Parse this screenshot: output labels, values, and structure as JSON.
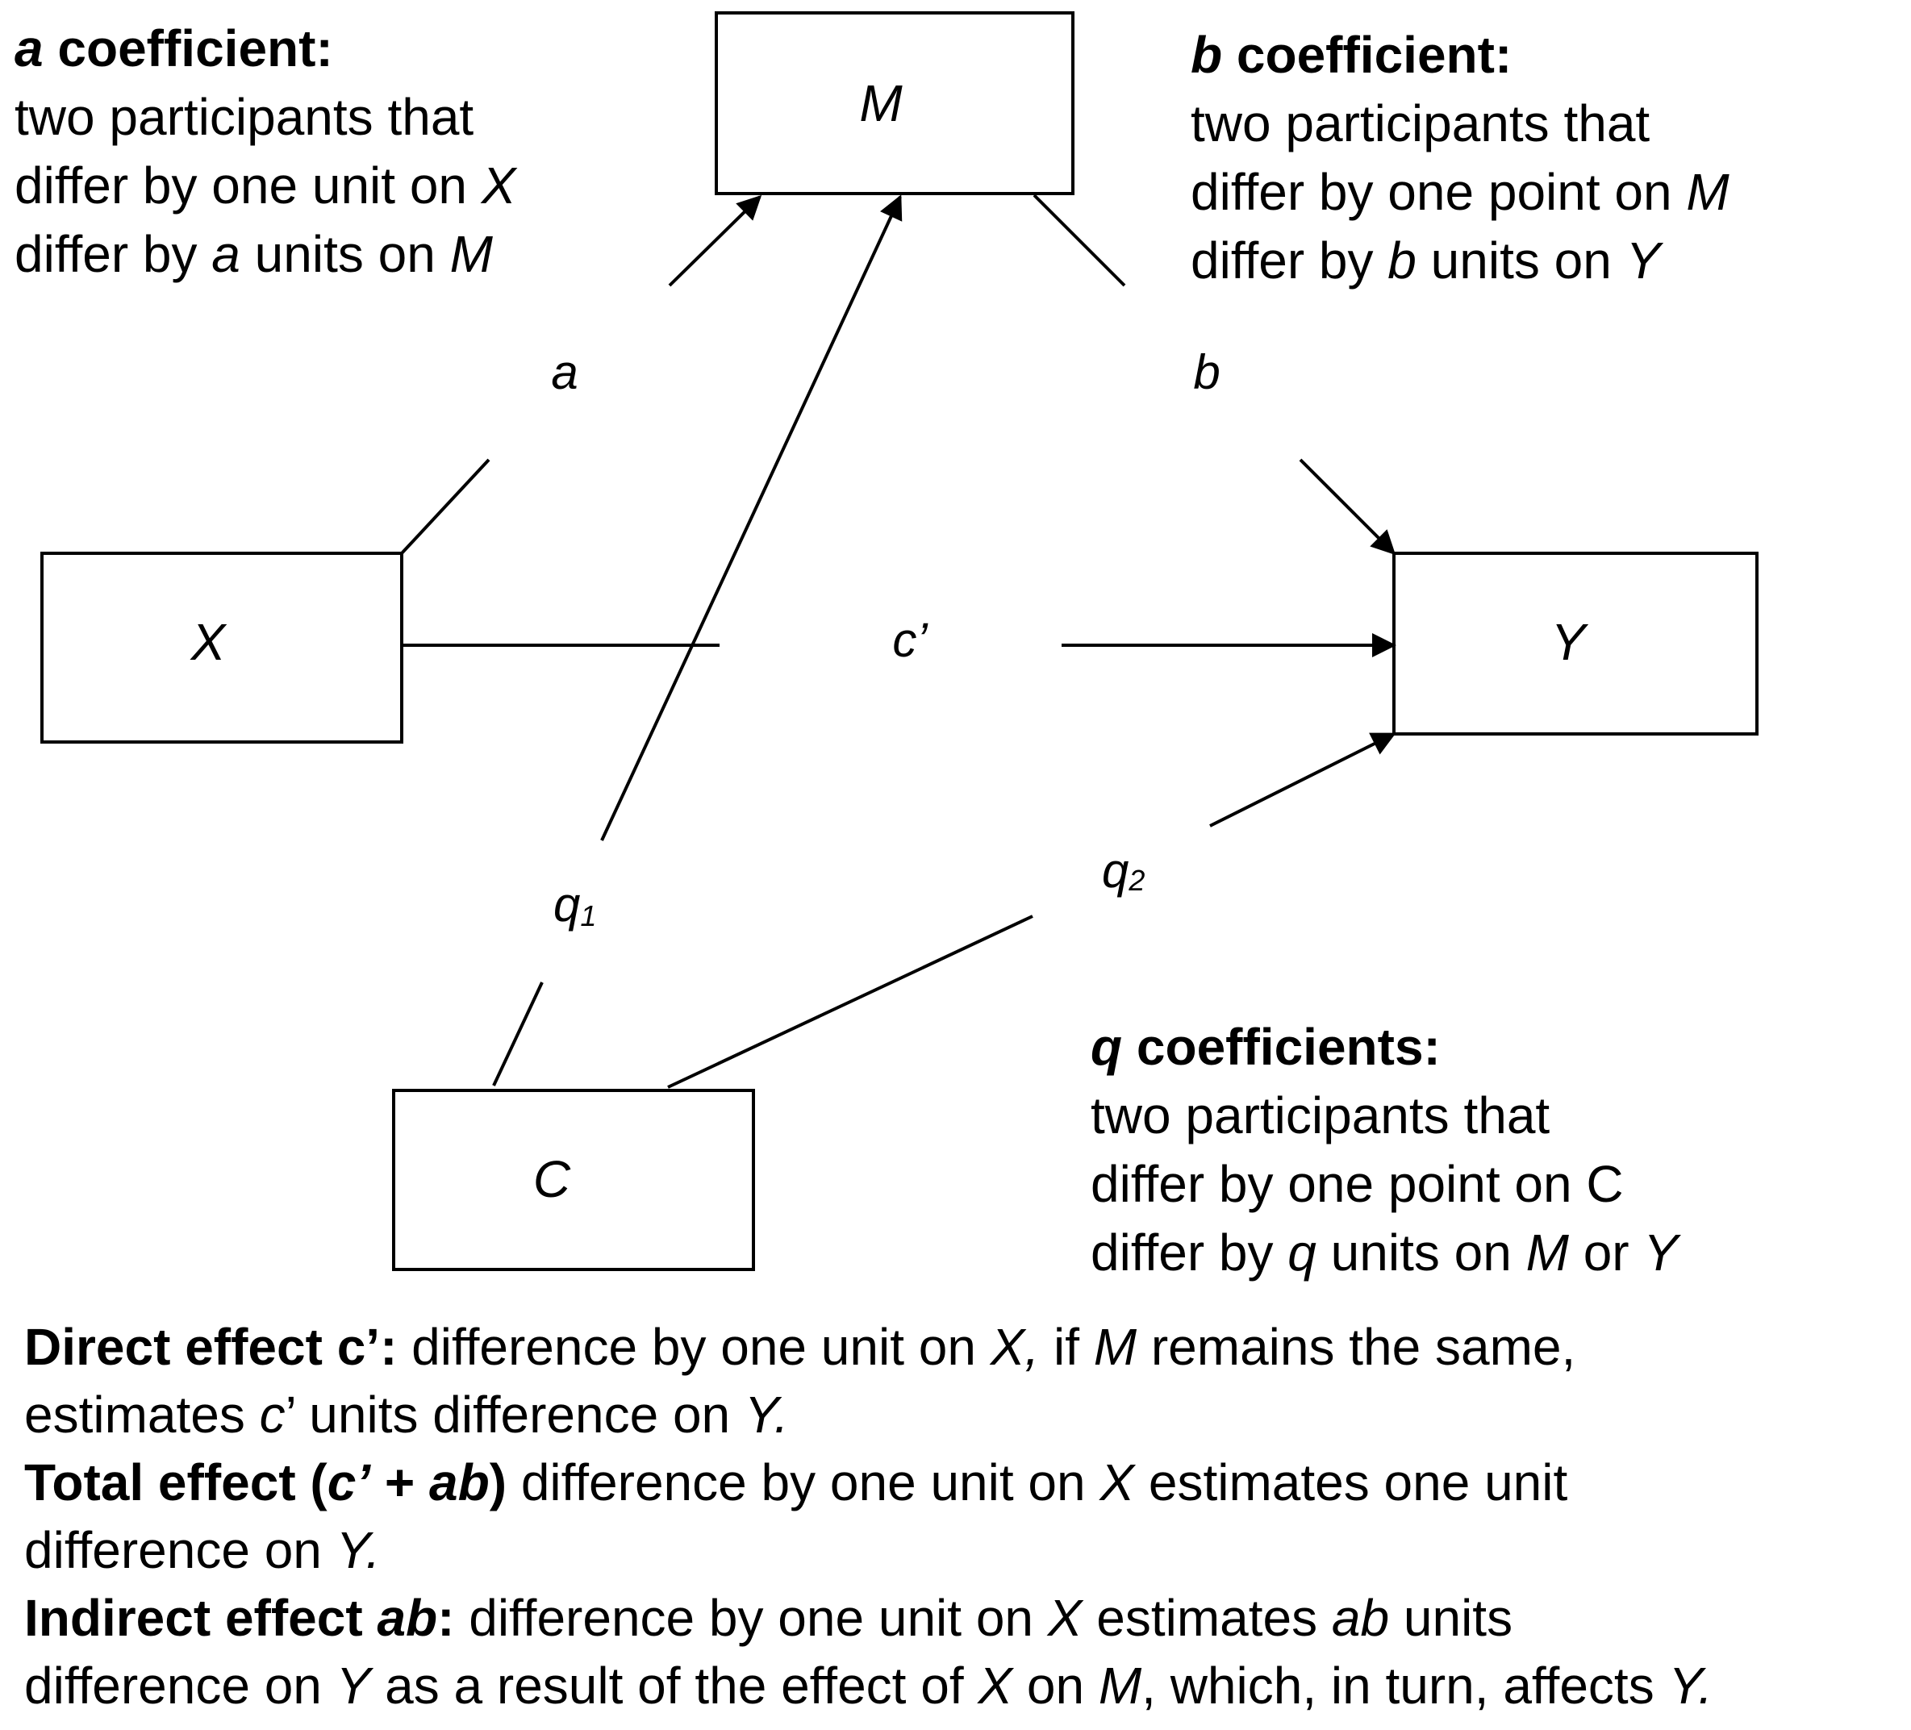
{
  "nodes": {
    "M": "M",
    "X": "X",
    "Y": "Y",
    "C": "C"
  },
  "paths": {
    "a": "a",
    "b": "b",
    "c_prime": "c’",
    "q1_main": "q",
    "q1_sub": "1",
    "q2_main": "q",
    "q2_sub": "2"
  },
  "notes": {
    "a": {
      "title_var": "a",
      "title_rest": " coefficient:",
      "line1": "two participants that",
      "line2_pre": "differ by one unit on ",
      "line2_var": "X",
      "line3_pre": "differ by ",
      "line3_var1": "a",
      "line3_mid": " units on ",
      "line3_var2": "M"
    },
    "b": {
      "title_var": "b",
      "title_rest": " coefficient:",
      "line1": "two participants that",
      "line2_pre": "differ by one point on ",
      "line2_var": "M",
      "line3_pre": "differ by ",
      "line3_var1": "b",
      "line3_mid": " units on ",
      "line3_var2": "Y"
    },
    "q": {
      "title_var": "q",
      "title_rest": " coefficients:",
      "line1": "two participants that",
      "line2": "differ by one point on C",
      "line3_pre": "differ by ",
      "line3_var1": "q",
      "line3_mid": " units on ",
      "line3_var2": "M",
      "line3_or": " or ",
      "line3_var3": "Y"
    }
  },
  "effects": {
    "direct": {
      "label": "Direct effect c’:",
      "t1": " difference by one unit on ",
      "v1": "X,",
      "t2": " if ",
      "v2": "M",
      "t3": " remains the same,",
      "t4": "estimates ",
      "v3": "c",
      "t5": "’ units difference on ",
      "v4": "Y."
    },
    "total": {
      "label1": "Total effect (",
      "lv1": "c’",
      "label2": " + ",
      "lv2": "ab",
      "label3": ")",
      "t1": " difference by one unit on ",
      "v1": "X",
      "t2": " estimates one unit",
      "t3": "difference on ",
      "v2": "Y."
    },
    "indirect": {
      "label1": "Indirect effect ",
      "lv1": "ab",
      "label2": ":",
      "t1": " difference by one unit on ",
      "v1": "X",
      "t2": " estimates ",
      "v2": "ab",
      "t3": " units",
      "t4": "difference on ",
      "v3": "Y",
      "t5": " as a result of the effect of ",
      "v4": "X",
      "t6": " on ",
      "v5": "M",
      "t7": ", which, in turn, affects ",
      "v6": "Y."
    }
  },
  "colors": {
    "stroke": "#000000",
    "background": "#ffffff"
  }
}
